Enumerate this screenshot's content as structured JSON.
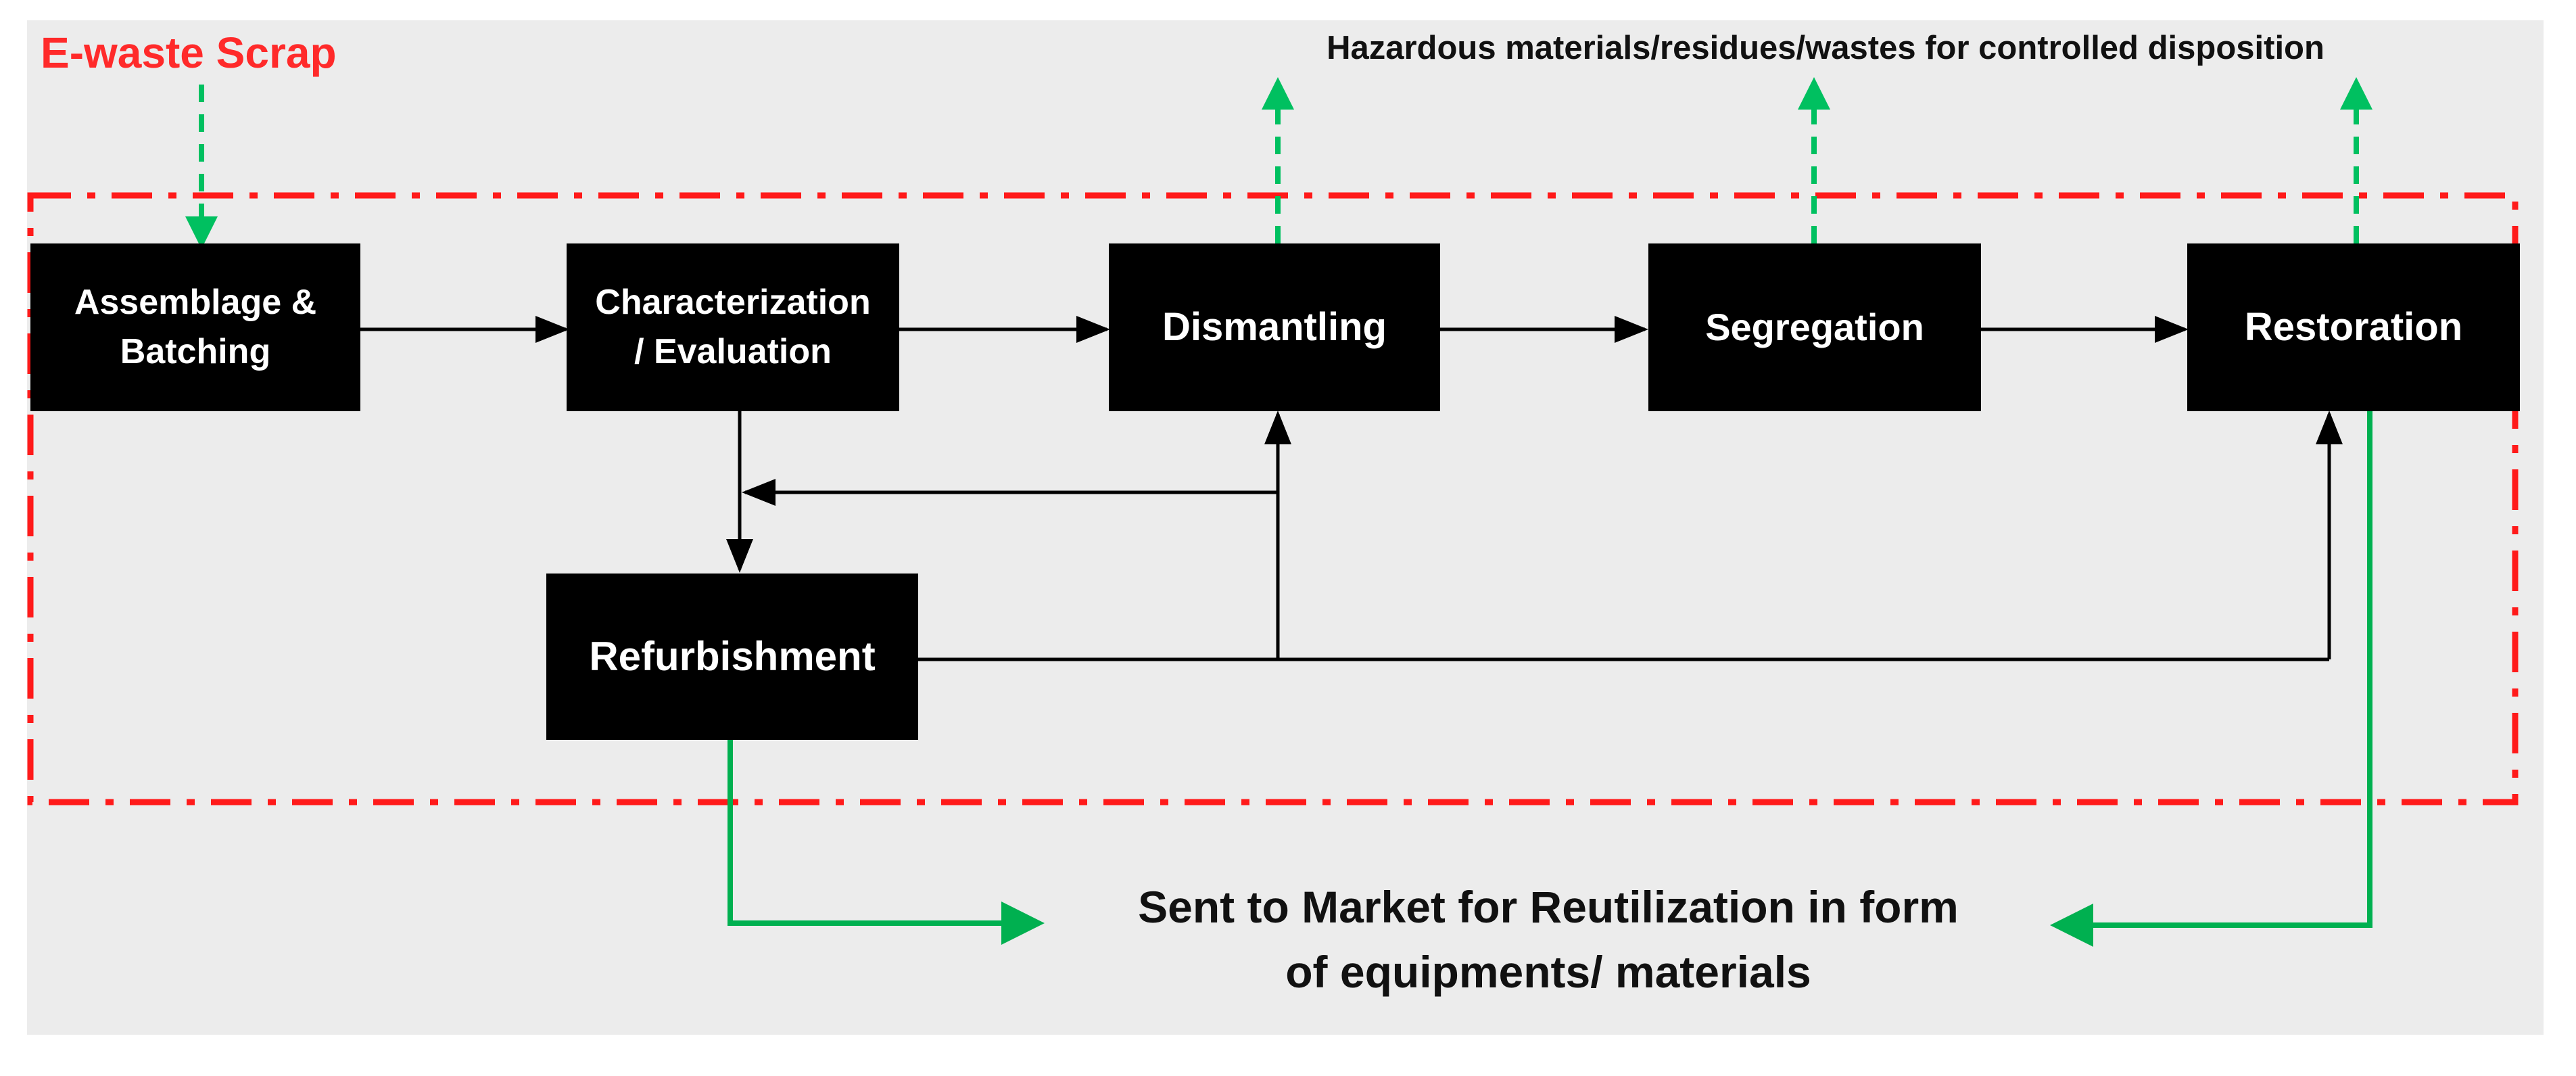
{
  "diagram": {
    "input_label": "E-waste Scrap",
    "hazard_label": "Hazardous materials/residues/wastes for controlled disposition",
    "output_label": "Sent to Market for Reutilization in form\nof equipments/ materials",
    "boxes": {
      "assemblage": "Assemblage &\nBatching",
      "characterization": "Characterization\n/ Evaluation",
      "dismantling": "Dismantling",
      "segregation": "Segregation",
      "restoration": "Restoration",
      "refurbishment": "Refurbishment"
    },
    "colors": {
      "boundary": "#ff1a1a",
      "flow_green": "#00b050",
      "hazard_green": "#00c060",
      "box_fill": "#000000",
      "box_text": "#ffffff",
      "input_label": "#ff2a2a",
      "arrow": "#000000",
      "background": "#ececec"
    }
  }
}
